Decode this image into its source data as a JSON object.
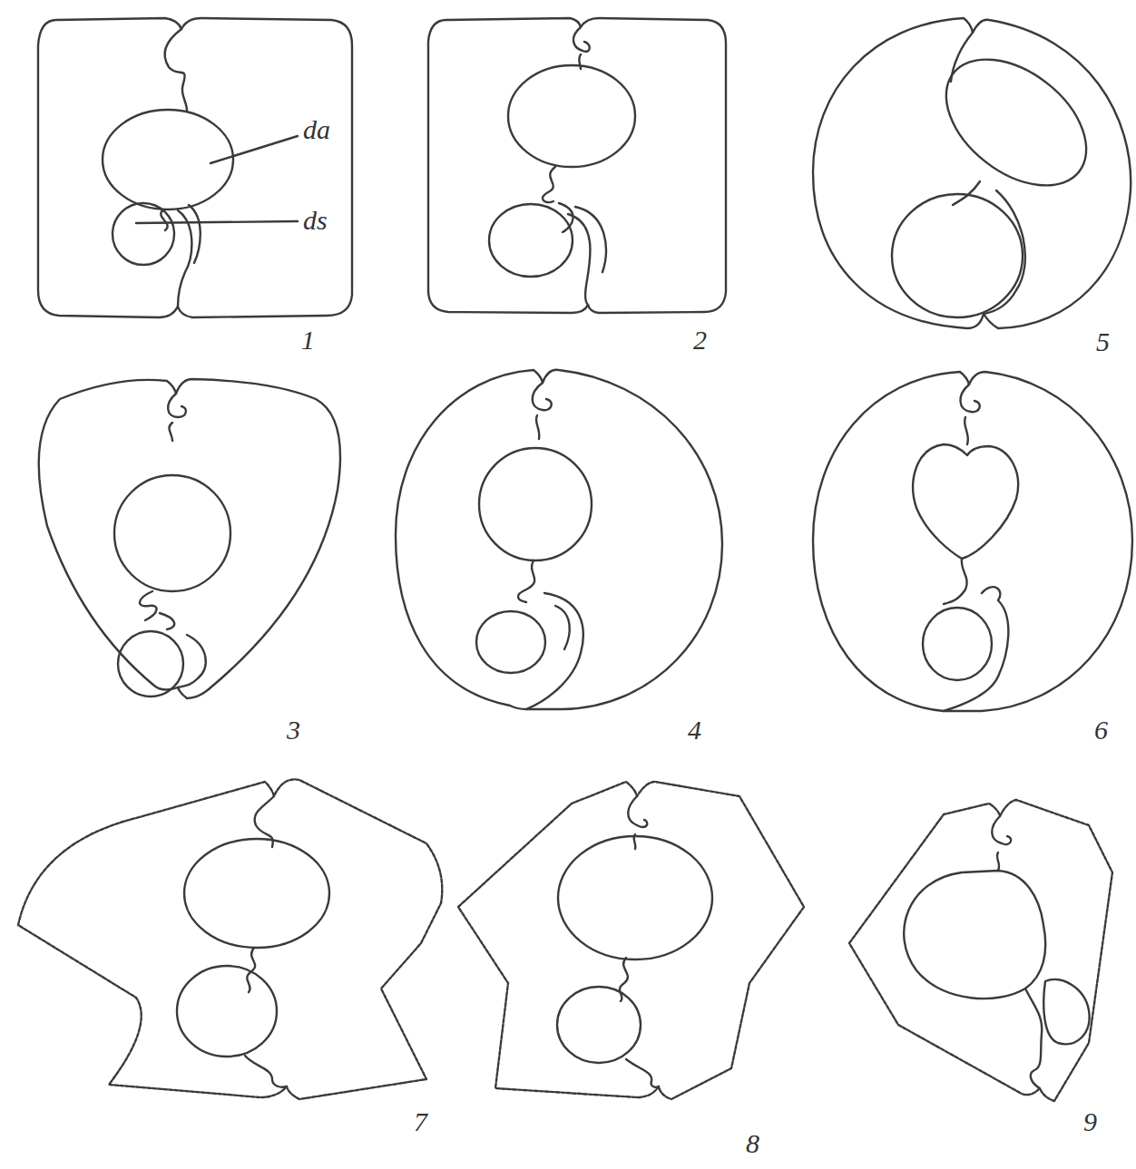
{
  "diagram": {
    "labels": [
      "da",
      "ds",
      "1",
      "2",
      "5",
      "3",
      "4",
      "6",
      "7",
      "8",
      "9"
    ]
  }
}
